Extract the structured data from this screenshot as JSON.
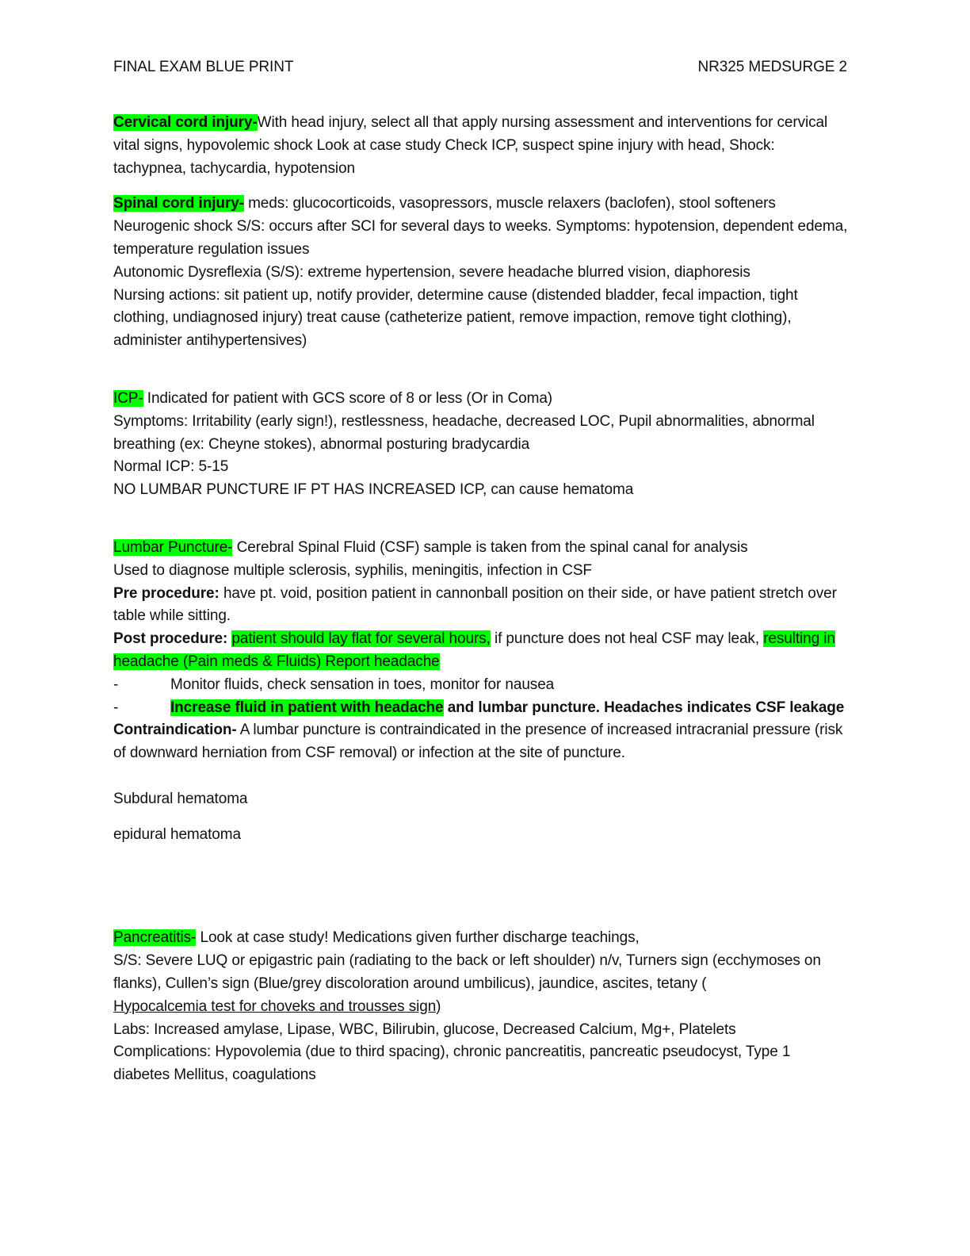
{
  "header": {
    "left": "FINAL EXAM BLUE PRINT",
    "right": "NR325 MEDSURGE 2"
  },
  "cervical": {
    "title": "Cervical cord injury-",
    "text": "With head injury, select all that apply nursing assessment and interventions for cervical vital signs, hypovolemic shock Look at case study Check ICP, suspect spine injury with head, Shock: tachypnea, tachycardia, hypotension"
  },
  "spinal": {
    "title": "Spinal cord injury-",
    "line1": " meds: glucocorticoids, vasopressors, muscle relaxers (baclofen), stool softeners",
    "line2": "Neurogenic shock S/S: occurs after SCI for several days to weeks. Symptoms: hypotension, dependent edema, temperature regulation issues",
    "line3": "Autonomic Dysreflexia (S/S): extreme hypertension, severe headache blurred vision, diaphoresis",
    "line4": "Nursing actions: sit patient up, notify provider, determine cause (distended bladder, fecal impaction, tight clothing, undiagnosed injury) treat cause (catheterize patient, remove impaction, remove tight clothing), administer antihypertensives)"
  },
  "icp": {
    "title": "ICP-",
    "line1": " Indicated for patient with GCS score of 8 or less (Or in Coma)",
    "line2": "Symptoms: Irritability (early sign!), restlessness, headache, decreased LOC, Pupil abnormalities, abnormal breathing (ex: Cheyne stokes), abnormal posturing bradycardia",
    "line3": "Normal ICP: 5-15",
    "line4": "NO LUMBAR PUNCTURE IF PT HAS INCREASED ICP, can cause hematoma"
  },
  "lumbar": {
    "title": "Lumbar Puncture-",
    "line1": " Cerebral Spinal Fluid (CSF) sample is taken from the spinal canal for analysis",
    "line2": "Used to diagnose multiple sclerosis, syphilis, meningitis, infection in CSF",
    "pre_label": "Pre procedure:",
    "pre_text": " have pt. void, position patient in cannonball position on their side, or have patient stretch over table while sitting.",
    "post_label": "Post procedure:",
    "post_hl1": "patient should lay flat for several hours,",
    "post_text": " if puncture does not heal CSF may leak, ",
    "post_hl2": "resulting in headache (Pain meds & Fluids) Report headache",
    "bullet_dash": "-",
    "bullet1": "Monitor fluids, check sensation in toes, monitor for nausea",
    "bullet2_hl": "Increase fluid in patient with headache",
    "bullet2_rest": " and lumbar puncture. Headaches indicates CSF leakage",
    "contra_label": "Contraindication-",
    "contra_text": " A lumbar puncture is contraindicated in the presence of increased intracranial pressure (risk of downward herniation from CSF removal) or infection at the site of puncture."
  },
  "subdural": "Subdural hematoma",
  "epidural": "epidural hematoma",
  "pancreatitis": {
    "title": "Pancreatitis-",
    "line1": " Look at case study! Medications given further discharge teachings,",
    "line2": "S/S: Severe LUQ or epigastric pain (radiating to the back or left shoulder) n/v, Turners sign (ecchymoses on flanks), Cullen’s sign (Blue/grey discoloration around umbilicus), jaundice, ascites, tetany (",
    "line2_underline": "Hypocalcemia test for choveks and trousses sign)",
    "line3": "Labs: Increased amylase, Lipase, WBC, Bilirubin, glucose, Decreased Calcium, Mg+, Platelets",
    "line4": "Complications: Hypovolemia (due to third spacing), chronic pancreatitis, pancreatic pseudocyst, Type 1 diabetes Mellitus, coagulations"
  },
  "colors": {
    "highlight": "#00ff00",
    "text": "#111111"
  }
}
